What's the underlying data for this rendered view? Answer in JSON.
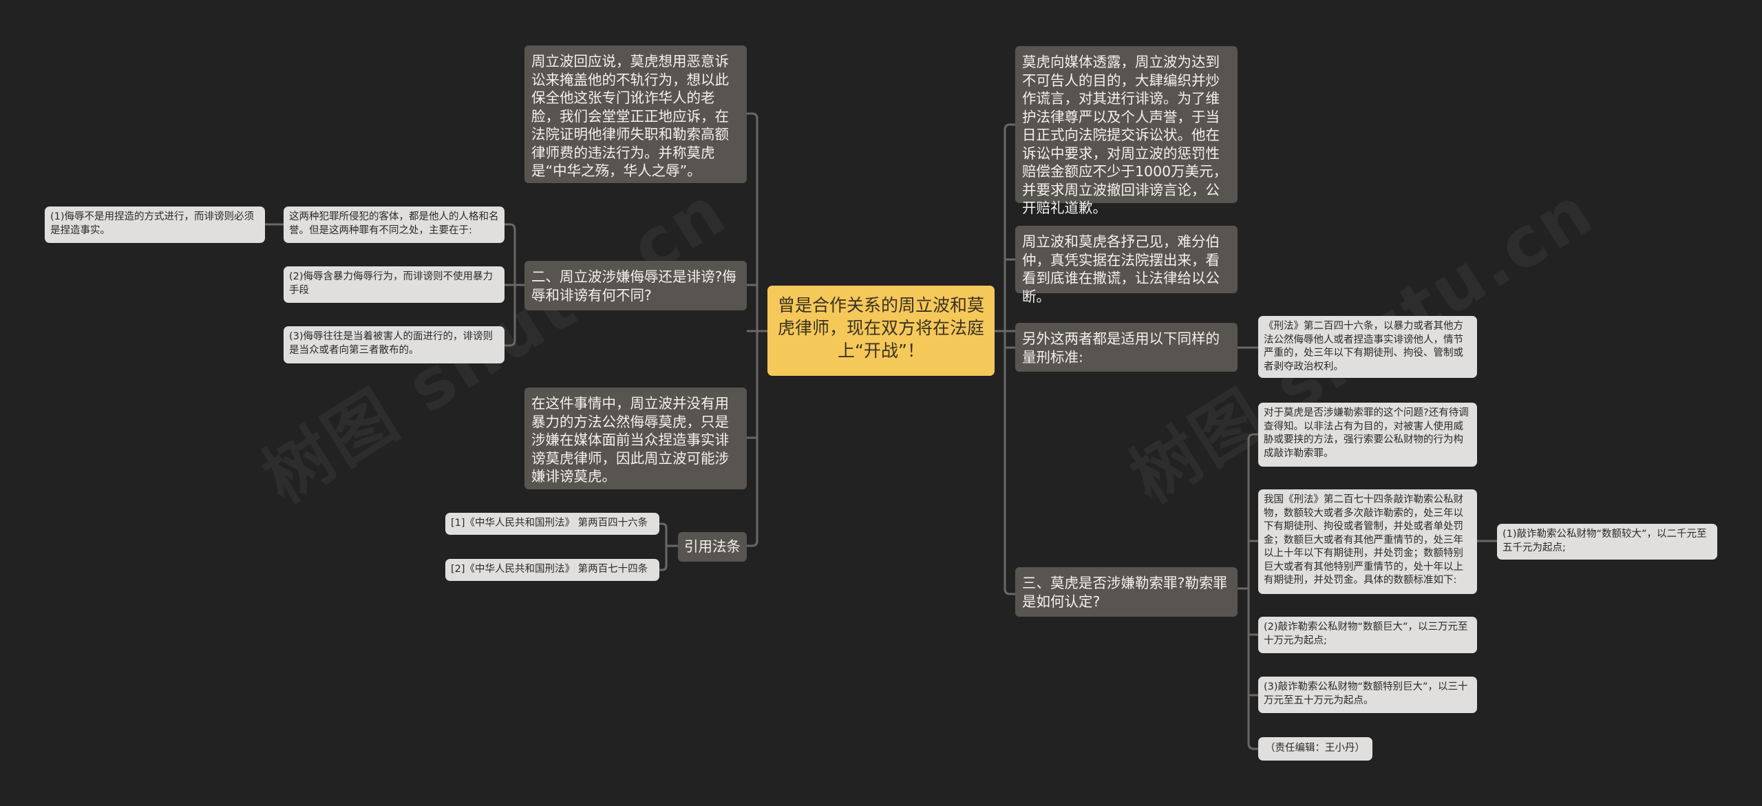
{
  "watermark": {
    "text": "树图 shutu.cn"
  },
  "colors": {
    "background": "#222222",
    "root_fill": "#f5c85a",
    "branch_fill": "#58544f",
    "leaf_fill": "#e0dfdd",
    "connector": "#6a6866"
  },
  "root": {
    "text": "曾是合作关系的周立波和莫虎律师，现在双方将在法庭上“开战”！"
  },
  "left": {
    "zhou_response": {
      "text": "周立波回应说，莫虎想用恶意诉讼来掩盖他的不轨行为，想以此保全他这张专门讹诈华人的老脸，我们会堂堂正正地应诉，在法院证明他律师失职和勒索高额律师费的违法行为。并称莫虎是“中华之殇，华人之辱”。"
    },
    "section_two": {
      "text": "二、周立波涉嫌侮辱还是诽谤?侮辱和诽谤有何不同?",
      "children": [
        {
          "text": "这两种犯罪所侵犯的客体，都是他人的人格和名誉。但是这两种罪有不同之处，主要在于:",
          "children": [
            {
              "text": "(1)侮辱不是用捏造的方式进行，而诽谤则必须是捏造事实。"
            }
          ]
        },
        {
          "text": "(2)侮辱含暴力侮辱行为，而诽谤则不使用暴力手段"
        },
        {
          "text": "(3)侮辱往往是当着被害人的面进行的，诽谤则是当众或者向第三者散布的。"
        }
      ]
    },
    "analysis": {
      "text": "在这件事情中，周立波并没有用暴力的方法公然侮辱莫虎，只是涉嫌在媒体面前当众捏造事实诽谤莫虎律师，因此周立波可能涉嫌诽谤莫虎。"
    },
    "citations": {
      "text": "引用法条",
      "children": [
        {
          "text": "[1]《中华人民共和国刑法》 第两百四十六条"
        },
        {
          "text": "[2]《中华人民共和国刑法》 第两百七十四条"
        }
      ]
    }
  },
  "right": {
    "mohu_statement": {
      "text": "莫虎向媒体透露，周立波为达到不可告人的目的，大肆编织并炒作谎言，对其进行诽谤。为了维护法律尊严以及个人声誉，于当日正式向法院提交诉讼状。他在诉讼中要求，对周立波的惩罚性赔偿金额应不少于1000万美元，并要求周立波撤回诽谤言论，公开赔礼道歉。"
    },
    "each_view": {
      "text": "周立波和莫虎各抒己见，难分伯仲，真凭实据在法院摆出来，看看到底谁在撒谎，让法律给以公断。"
    },
    "same_standard": {
      "text": "另外这两者都是适用以下同样的量刑标准:",
      "children": [
        {
          "text": "《刑法》第二百四十六条，以暴力或者其他方法公然侮辱他人或者捏造事实诽谤他人，情节严重的，处三年以下有期徒刑、拘役、管制或者剥夺政治权利。"
        }
      ]
    },
    "section_three": {
      "text": "三、莫虎是否涉嫌勒索罪?勒索罪是如何认定?",
      "children": [
        {
          "text": "对于莫虎是否涉嫌勒索罪的这个问题?还有待调查得知。以非法占有为目的，对被害人使用威胁或要挟的方法，强行索要公私财物的行为构成敲诈勒索罪。"
        },
        {
          "text": "我国《刑法》第二百七十四条敲诈勒索公私财物，数额较大或者多次敲诈勒索的，处三年以下有期徒刑、拘役或者管制，并处或者单处罚金；数额巨大或者有其他严重情节的，处三年以上十年以下有期徒刑，并处罚金；数额特别巨大或者有其他特别严重情节的，处十年以上有期徒刑，并处罚金。具体的数额标准如下:",
          "children": [
            {
              "text": "(1)敲诈勒索公私财物“数额较大”，以二千元至五千元为起点;"
            }
          ]
        },
        {
          "text": "(2)敲诈勒索公私财物“数额巨大”，以三万元至十万元为起点;"
        },
        {
          "text": "(3)敲诈勒索公私财物“数额特别巨大”，以三十万元至五十万元为起点。"
        },
        {
          "text": "（责任编辑：王小丹）"
        }
      ]
    }
  }
}
